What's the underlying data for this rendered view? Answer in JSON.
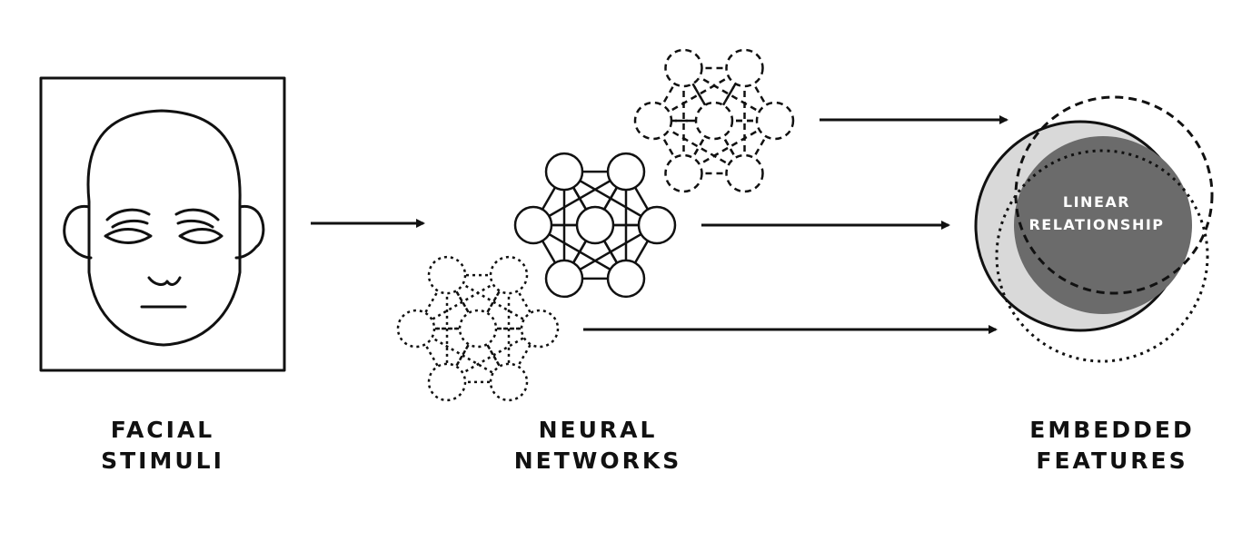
{
  "colors": {
    "stroke": "#111111",
    "light_fill": "#d9d9d9",
    "dark_fill": "#6b6b6b",
    "overlap_text": "#ffffff"
  },
  "icons": {
    "face": "face-outline-icon",
    "networks": [
      "neural-network-dashed-icon",
      "neural-network-solid-icon",
      "neural-network-dotted-icon"
    ],
    "arrows": "arrow-right-icon"
  },
  "captions": {
    "stimuli": {
      "line1": "FACIAL",
      "line2": "STIMULI"
    },
    "networks": {
      "line1": "NEURAL",
      "line2": "NETWORKS"
    },
    "features": {
      "line1": "EMBEDDED",
      "line2": "FEATURES"
    }
  },
  "overlap_label": {
    "line1": "LINEAR",
    "line2": "RELATIONSHIP"
  }
}
